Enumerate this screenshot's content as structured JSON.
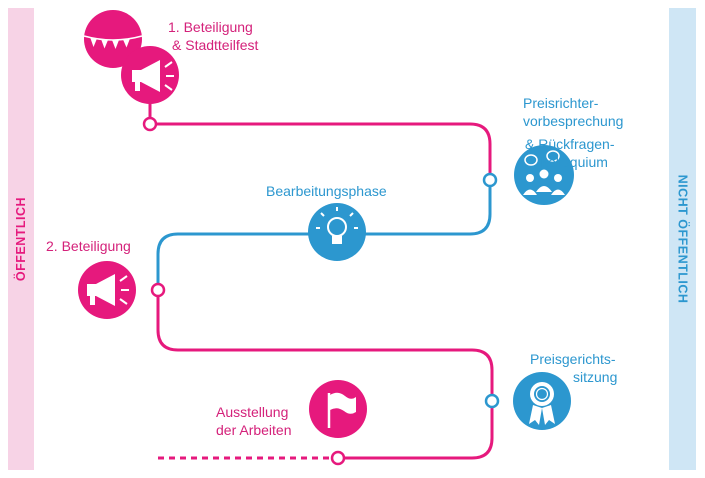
{
  "sidebar_left": {
    "label": "ÖFFENTLICH",
    "color": "#e6197d",
    "bg": "#f7d3e6"
  },
  "sidebar_right": {
    "label": "NICHT ÖFFENTLICH",
    "color": "#2c97cf",
    "bg": "#cfe6f5"
  },
  "colors": {
    "pink": "#e6197d",
    "blue": "#2c97cf",
    "pink_text": "#d4217a"
  },
  "steps": {
    "stage1": {
      "line1": "1. Beteiligung",
      "line2": "& Stadtteilfest",
      "icons": [
        "bunting-icon",
        "megaphone-icon"
      ]
    },
    "stage2": {
      "line1": "Preisrichter-",
      "line2": "vorbesprechung",
      "line3": "& Rückfragen-",
      "line4": "kolloquium",
      "icon": "people-speech-icon"
    },
    "stage3": {
      "label": "Bearbeitungsphase",
      "icon": "lightbulb-icon"
    },
    "stage4": {
      "label": "2. Beteiligung",
      "icon": "megaphone-icon"
    },
    "stage5": {
      "line1": "Preisgerichts-",
      "line2": "sitzung",
      "icon": "award-ribbon-icon"
    },
    "stage6": {
      "line1": "Ausstellung",
      "line2": "der Arbeiten",
      "icon": "flag-icon"
    }
  }
}
